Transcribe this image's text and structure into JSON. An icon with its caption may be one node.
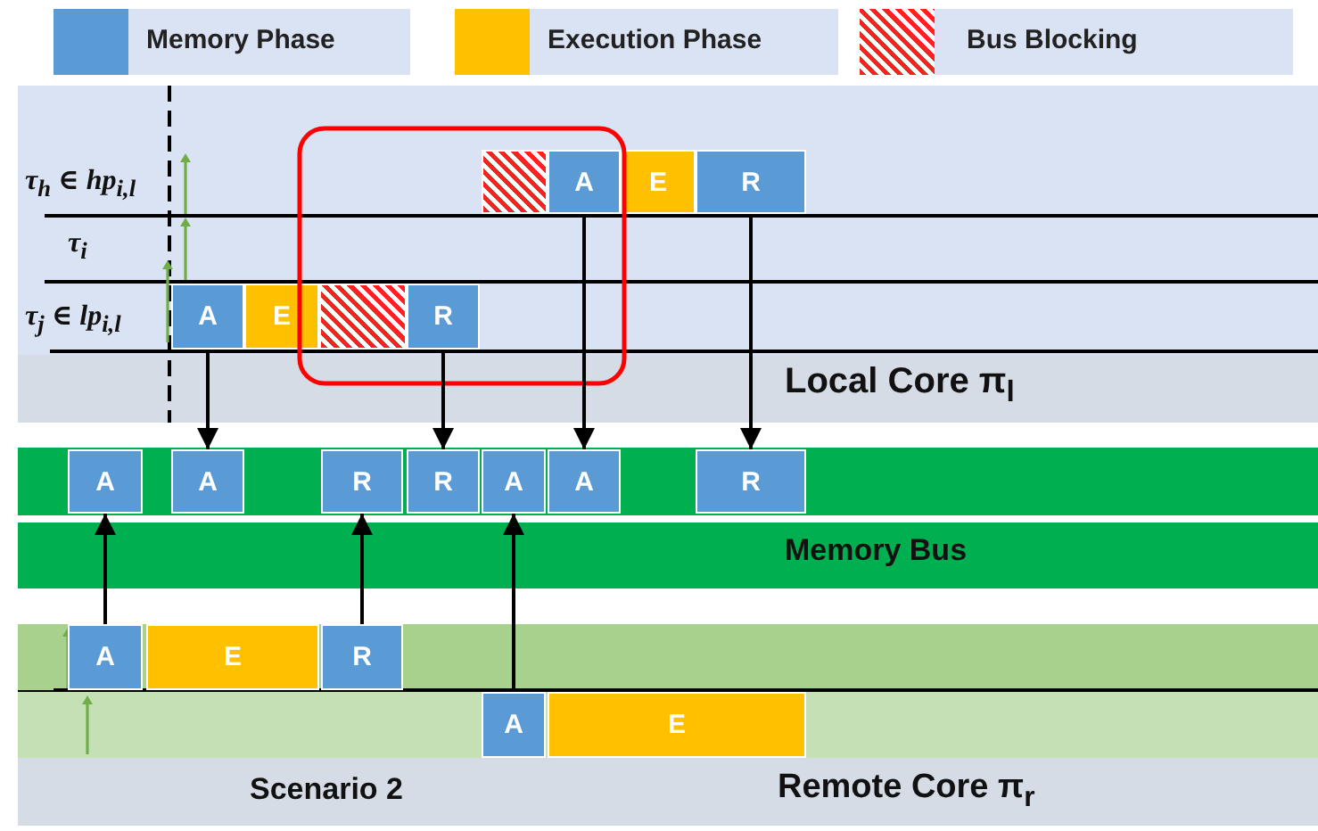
{
  "diagram": {
    "nodes": [
      {
        "text": [
          "Local Core π$_{l}$"
        ]
      },
      {
        "text": [],
        "shape": "box",
        "in": 0
      },
      {
        "text": [
          "A"
        ],
        "in": 0
      },
      {
        "text": [
          "E"
        ],
        "in": 0
      },
      {
        "text": [
          "R"
        ],
        "in": 0
      },
      {
        "text": [
          "A"
        ],
        "in": 0
      },
      {
        "text": [
          "E"
        ],
        "in": 0
      },
      {
        "text": [],
        "shape": "box",
        "in": 0
      },
      {
        "text": [
          "R"
        ],
        "in": 0
      },
      {
        "text": [
          "Memory Bus"
        ]
      },
      {
        "text": [
          "A"
        ],
        "in": 9
      },
      {
        "text": [
          "A"
        ],
        "in": 9
      },
      {
        "text": [
          "R"
        ],
        "in": 9
      },
      {
        "text": [
          "R"
        ],
        "in": 9
      },
      {
        "text": [
          "A"
        ],
        "in": 9
      },
      {
        "text": [
          "A"
        ],
        "in": 9
      },
      {
        "text": [
          "R"
        ],
        "in": 9
      },
      {
        "text": [
          "Scenario 2",
          "Remote Core π$_{r}$"
        ]
      },
      {
        "text": [
          "A"
        ],
        "in": 17
      },
      {
        "text": [
          "E"
        ],
        "in": 17
      },
      {
        "text": [
          "R"
        ],
        "in": 17
      },
      {
        "text": [
          "A"
        ],
        "in": 17
      },
      {
        "text": [
          "E"
        ],
        "in": 17
      }
    ],
    "edges": [
      {
        "from": 5,
        "to": 11,
        "arrow": "to"
      },
      {
        "from": 8,
        "to": 13,
        "arrow": "to"
      },
      {
        "from": 2,
        "to": 15,
        "arrow": "to"
      },
      {
        "from": 4,
        "to": 16,
        "arrow": "to"
      },
      {
        "from": 18,
        "to": 10,
        "arrow": "to"
      },
      {
        "from": 20,
        "to": 12,
        "arrow": "to"
      },
      {
        "from": 21,
        "to": 14,
        "arrow": "to"
      }
    ],
    "labels": [
      "τ$_{h}$ ∈ hp$_{i,l}$",
      "τ$_{i}$",
      "τ$_{j}$ ∈ lp$_{i,l}$"
    ],
    "legend": [
      {
        "text": "Memory Phase",
        "color": "#5b9bd5"
      },
      {
        "text": "Execution Phase",
        "color": "#ffc000"
      },
      {
        "text": "Bus Blocking"
      }
    ]
  }
}
